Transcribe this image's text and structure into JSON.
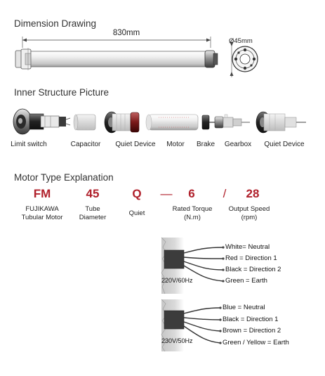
{
  "dimension_section": {
    "title": "Dimension Drawing",
    "length_label": "830mm",
    "diameter_label": "Ø45mm"
  },
  "structure_section": {
    "title": "Inner Structure Picture",
    "parts": [
      "Limit switch",
      "Capacitor",
      "Quiet Device",
      "Motor",
      "Brake",
      "Gearbox",
      "Quiet Device"
    ]
  },
  "type_section": {
    "title": "Motor Type Explanation",
    "codes": [
      {
        "code": "FM",
        "desc": "FUJIKAWA\nTubular Motor"
      },
      {
        "code": "45",
        "desc": "Tube\nDiameter"
      },
      {
        "code": "Q",
        "desc": "Quiet"
      },
      {
        "code": "—",
        "desc": ""
      },
      {
        "code": "6",
        "desc": "Rated Torque\n(N.m)"
      },
      {
        "code": "/",
        "desc": ""
      },
      {
        "code": "28",
        "desc": "Output Speed\n(rpm)"
      }
    ]
  },
  "wiring_220v_60hz": {
    "voltage": "220V/60Hz",
    "wires": [
      "White= Neutral",
      "Red = Direction 1",
      "Black = Direction 2",
      "Green = Earth"
    ]
  },
  "wiring_230v_50hz": {
    "voltage": "230V/50Hz",
    "wires": [
      "Blue = Neutral",
      "Black = Direction 1",
      "Brown = Direction 2",
      "Green / Yellow = Earth"
    ]
  }
}
